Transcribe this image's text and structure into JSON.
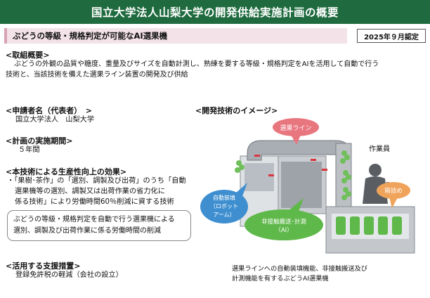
{
  "header": {
    "title": "国立大学法人山梨大学の開発供給実施計画の概要"
  },
  "subtitle": {
    "text": "ぶどうの等級・規格判定が可能なAI選果機",
    "date": "2025年９月認定"
  },
  "overview": {
    "heading": "<取組概要>",
    "line1": "ぶどうの外観の品質や糖度、重量及びサイズを自動計測し、熟練を要する等級・規格判定をAIを活用して自動で行う",
    "line2": "技術と、当該技術を備えた選果ライン装置の開発及び供給"
  },
  "applicant": {
    "heading": "<申請者名（代表者）　>",
    "value": "国立大学法人　山梨大学"
  },
  "period": {
    "heading": "<計画の実施期間>",
    "value": "５年間"
  },
  "effect": {
    "heading": "<本技術による生産性向上の効果>",
    "line1": "・「果樹･茶作」の「選別、調製及び出荷」のうち「自動",
    "line2": "選果機等の選別、調製又は出荷作業の省力化に",
    "line3": "係る技術」により労働時間60％削減に資する技術"
  },
  "highlight": {
    "line1": "ぶどうの等級・規格判定を自動で行う選果機による",
    "line2": "選別、調製及び出荷作業に係る労働時間の削減"
  },
  "support": {
    "heading": "<活用する支援措置>",
    "value": "登録免許税の軽減（会社の設立）"
  },
  "figure": {
    "heading": "<開発技術のイメージ>",
    "label_line": "選果ライン",
    "label_worker": "作業員",
    "label_auto_1": "自動装填",
    "label_auto_2": "（ロボット",
    "label_auto_3": "アーム）",
    "label_ai_1": "非接触搬送･計測",
    "label_ai_2": "（AI）",
    "label_box": "箱詰め"
  },
  "caption": {
    "line1": "選果ラインへの自動装填機能、非接触搬送及び",
    "line2": "計測機能を有するぶどうAI選果機"
  },
  "colors": {
    "title_bg": "#1f6b3f",
    "subtitle_bg": "#f3e3e8",
    "bubble_pink": "#e8767f",
    "bubble_blue": "#3f8fd0",
    "bubble_green": "#5fb84a",
    "bubble_orange": "#f0a35a"
  }
}
